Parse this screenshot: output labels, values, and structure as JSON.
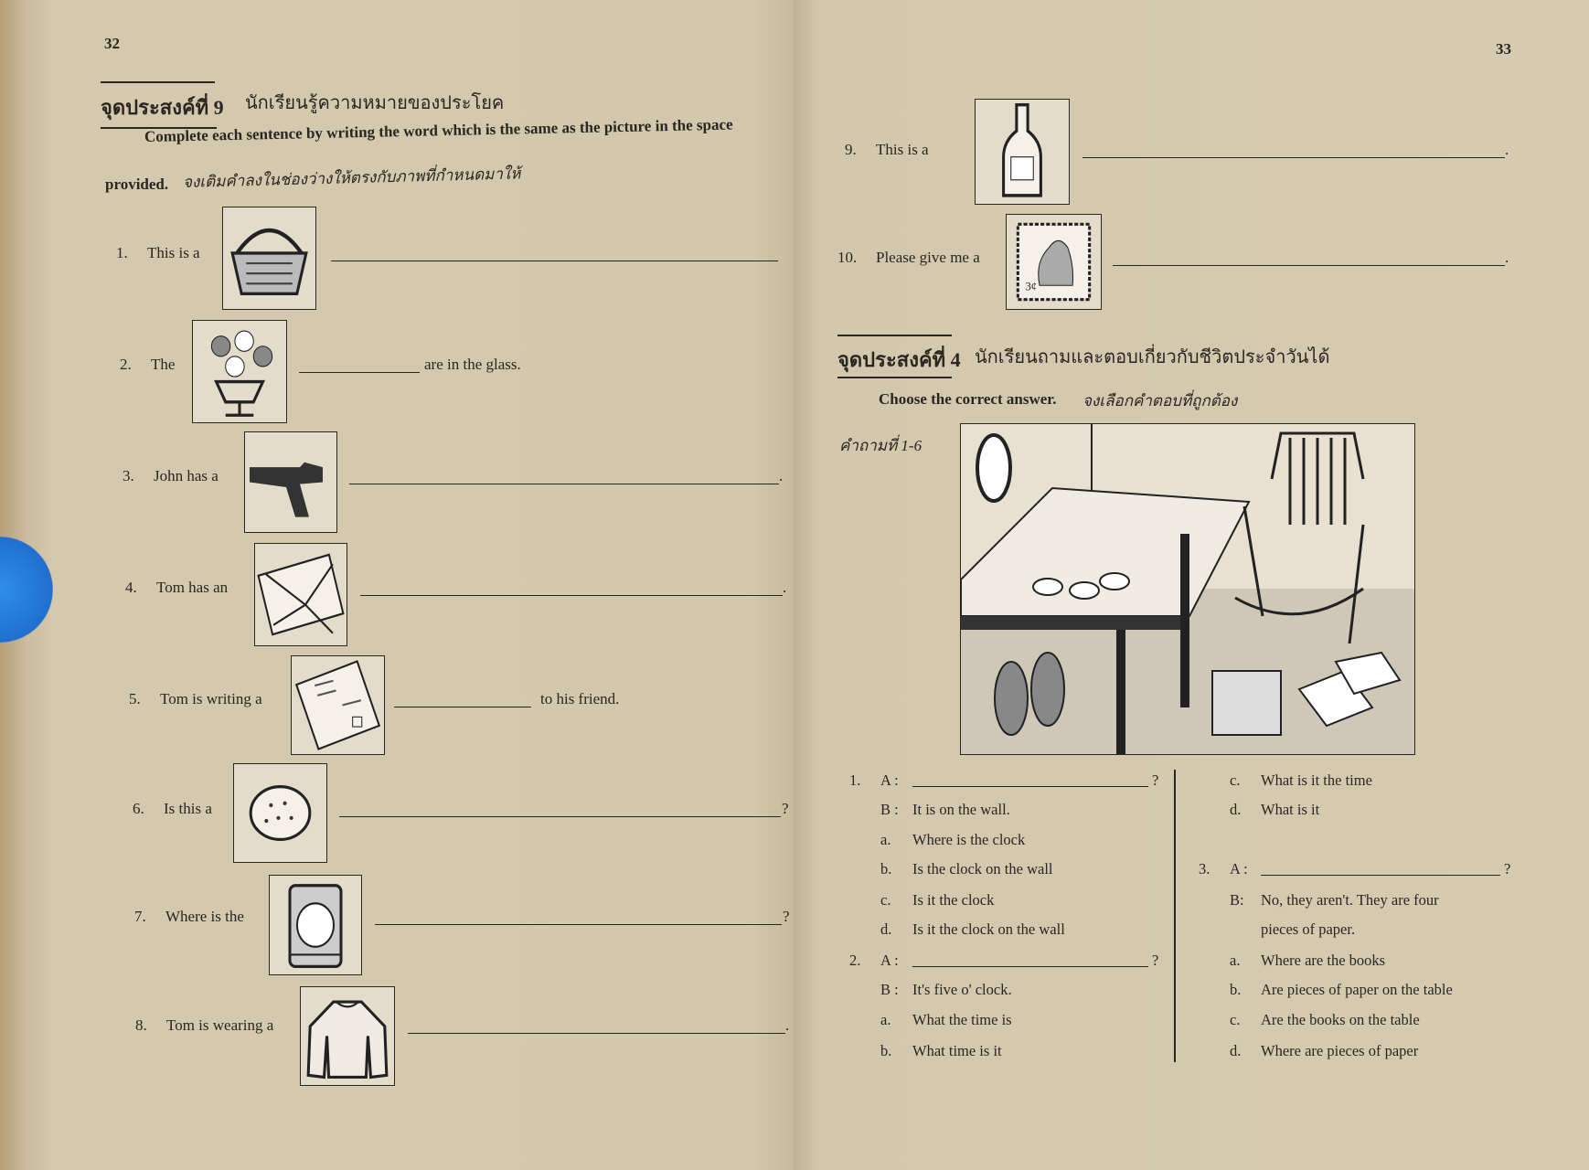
{
  "left_page": {
    "page_number": "32",
    "heading_label": "จุดประสงค์ที่ 9",
    "heading_text": "นักเรียนรู้ความหมายของประโยค",
    "instruction_en_1": "Complete each sentence by writing the word which is the same as the picture in the space",
    "instruction_en_2": "provided.",
    "instruction_th": "จงเติมคำลงในช่องว่างให้ตรงกับภาพที่กำหนดมาให้",
    "items": [
      {
        "num": "1.",
        "text": "This is a",
        "end": "",
        "icon": "basket-icon"
      },
      {
        "num": "2.",
        "text": "The",
        "end": "are in the glass.",
        "icon": "flowers-icon"
      },
      {
        "num": "3.",
        "text": "John has a",
        "end": ".",
        "icon": "gun-icon"
      },
      {
        "num": "4.",
        "text": "Tom has an",
        "end": ".",
        "icon": "envelope-icon"
      },
      {
        "num": "5.",
        "text": "Tom is writing a",
        "end": "to his friend.",
        "icon": "postcard-icon"
      },
      {
        "num": "6.",
        "text": "Is this a",
        "end": "?",
        "icon": "biscuit-icon"
      },
      {
        "num": "7.",
        "text": "Where is the",
        "end": "?",
        "icon": "can-icon"
      },
      {
        "num": "8.",
        "text": "Tom is wearing a",
        "end": ".",
        "icon": "sweater-icon"
      }
    ]
  },
  "right_page": {
    "page_number": "33",
    "items": [
      {
        "num": "9.",
        "text": "This is a",
        "end": ".",
        "icon": "bottle-icon"
      },
      {
        "num": "10.",
        "text": "Please give me a",
        "end": ".",
        "icon": "stamp-icon"
      }
    ],
    "heading_label": "จุดประสงค์ที่ 4",
    "heading_text": "นักเรียนถามและตอบเกี่ยวกับชีวิตประจำวันได้",
    "instruction_en": "Choose the correct answer.",
    "instruction_th": "จงเลือกคำตอบที่ถูกต้อง",
    "questions_label": "คำถามที่ 1-6",
    "left_column": [
      {
        "a": "1.",
        "b": "A :",
        "c": "?"
      },
      {
        "a": "",
        "b": "B :",
        "c": "It is on the wall."
      },
      {
        "a": "",
        "b": "a.",
        "c": "Where is the clock"
      },
      {
        "a": "",
        "b": "b.",
        "c": "Is the clock on the wall"
      },
      {
        "a": "",
        "b": "c.",
        "c": "Is it the clock"
      },
      {
        "a": "",
        "b": "d.",
        "c": "Is it the clock on the wall"
      },
      {
        "a": "2.",
        "b": "A :",
        "c": "?"
      },
      {
        "a": "",
        "b": "B :",
        "c": "It's five o' clock."
      },
      {
        "a": "",
        "b": "a.",
        "c": "What the time is"
      },
      {
        "a": "",
        "b": "b.",
        "c": "What time is it"
      }
    ],
    "right_column": [
      {
        "a": "",
        "b": "c.",
        "c": "What is it the time"
      },
      {
        "a": "",
        "b": "d.",
        "c": "What is it"
      },
      {
        "a": "3.",
        "b": "A :",
        "c": "?"
      },
      {
        "a": "",
        "b": "B:",
        "c": "No, they aren't.  They are four"
      },
      {
        "a": "",
        "b": "",
        "c": "pieces of paper."
      },
      {
        "a": "",
        "b": "a.",
        "c": "Where are the books"
      },
      {
        "a": "",
        "b": "b.",
        "c": "Are pieces of paper on the table"
      },
      {
        "a": "",
        "b": "c.",
        "c": "Are the books on the table"
      },
      {
        "a": "",
        "b": "d.",
        "c": "Where are pieces of paper"
      }
    ]
  }
}
